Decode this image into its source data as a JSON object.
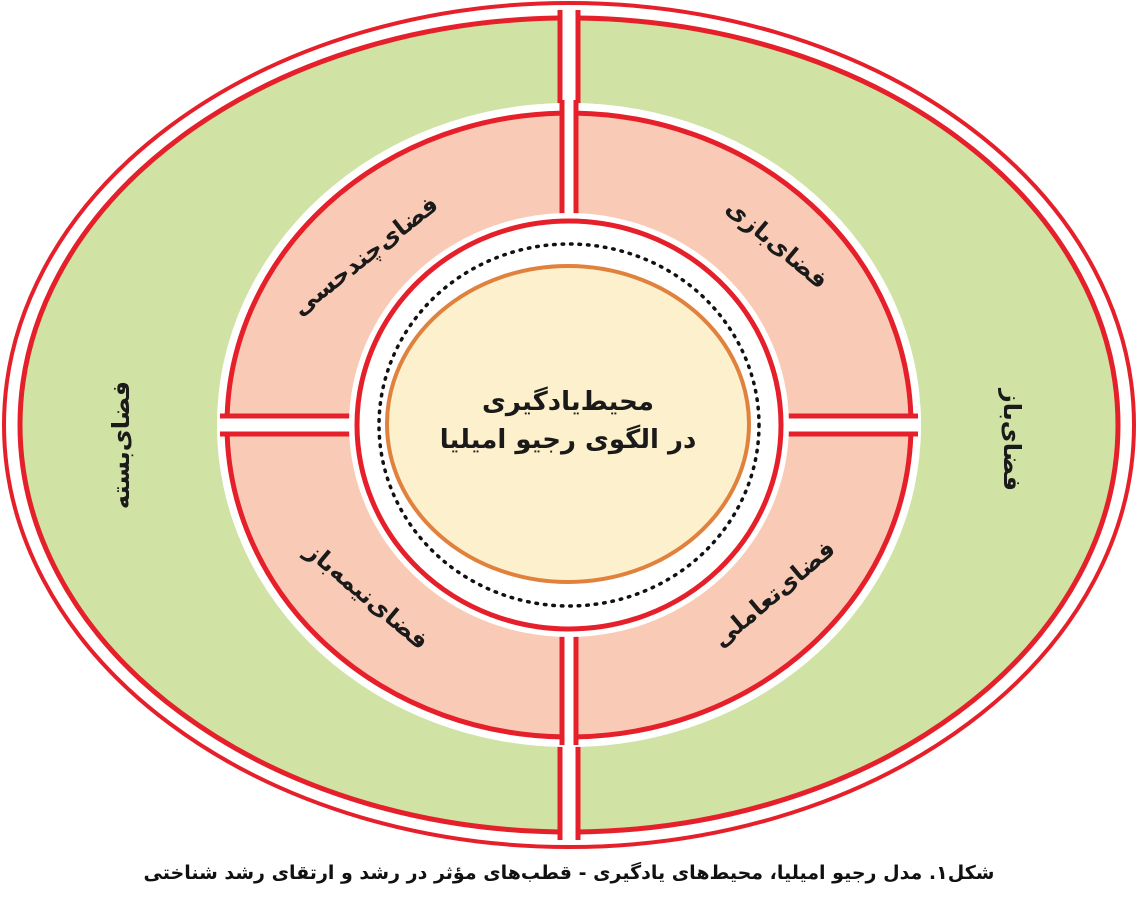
{
  "diagram": {
    "title_line1": "محیط‌یادگیری",
    "title_line2": "در الگوی رجیو امیلیا",
    "outer_ring": {
      "left_label": "فضای‌بسته",
      "right_label": "فضای‌باز"
    },
    "inner_ring": {
      "top_left_label": "فضای‌چندحسی",
      "top_right_label": "فضای‌بازی",
      "bottom_left_label": "فضای‌نیمه‌باز",
      "bottom_right_label": "فضای‌تعاملی"
    },
    "colors": {
      "outline_red": "#e5202a",
      "outer_green": "#d0e3a4",
      "inner_pink": "#f9cbb6",
      "center_fill": "#fdf0cc",
      "center_stroke": "#e0823d",
      "dots": "#111111"
    }
  },
  "caption": "شکل۱. مدل رجیو امیلیا، محیط‌های یادگیری - قطب‌های مؤثر در رشد و ارتقای رشد شناختی"
}
